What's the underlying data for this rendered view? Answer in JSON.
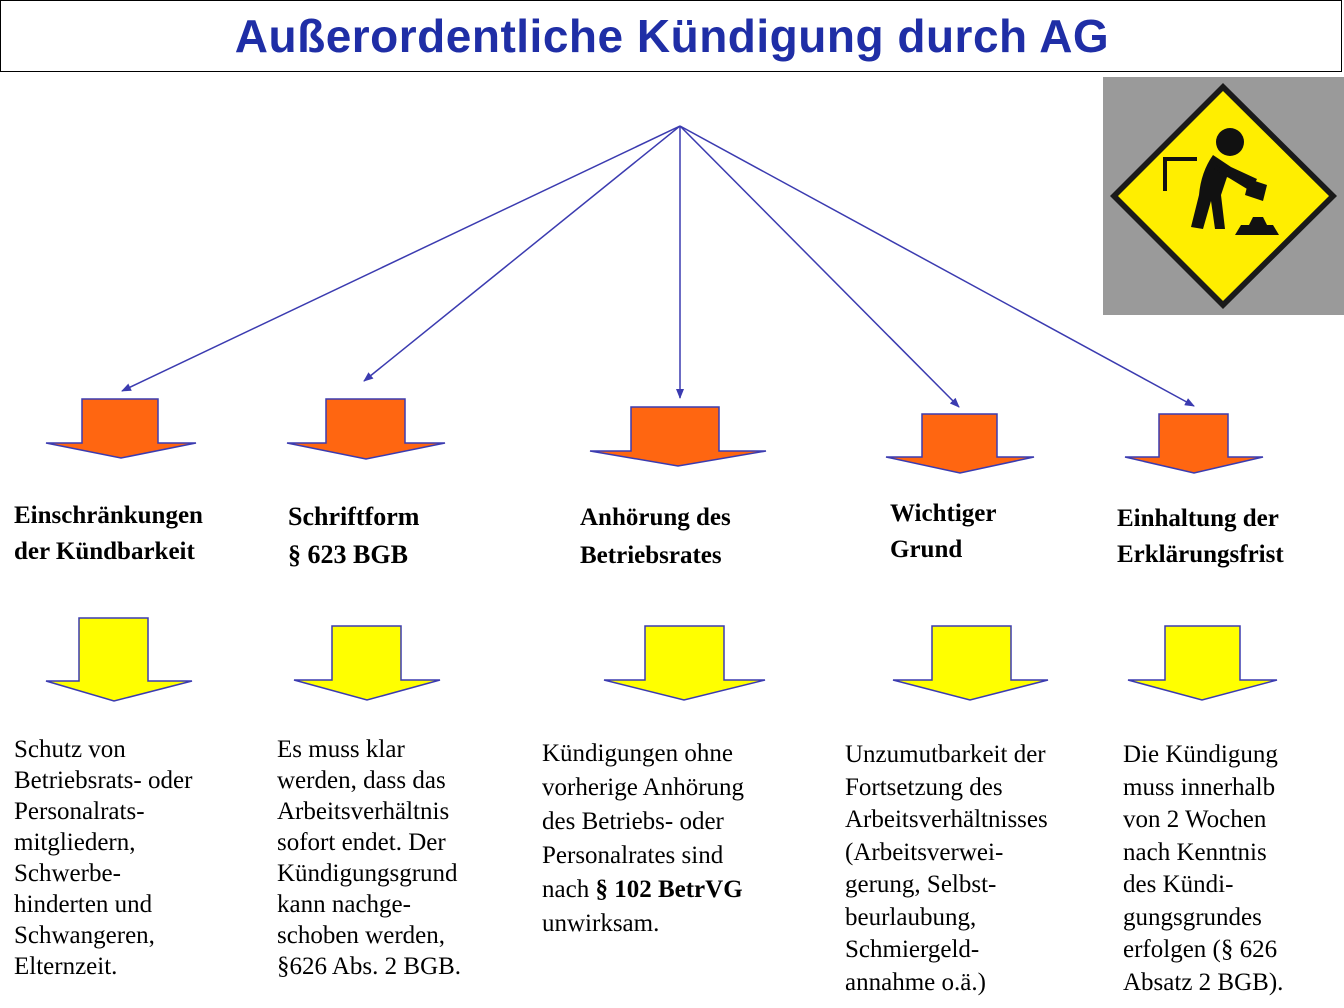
{
  "title": "Außerordentliche Kündigung durch AG",
  "colors": {
    "title": "#1f2ea6",
    "arrow_line": "#3b3bb0",
    "top_arrow": "#ff6611",
    "bottom_arrow": "#ffff00",
    "sign_bg": "#9a9a9a",
    "sign_yellow": "#ffee00"
  },
  "illustration": {
    "icon": "construction-worker-sign-icon"
  },
  "columns": [
    {
      "heading": "Einschränkungen\nder Kündbarkeit",
      "text": "Schutz von\nBetriebsrats- oder\nPersonalrats-\nmitgliedern,\nSchwerbe-\nhinderten und\nSchwangeren,\nElternzeit."
    },
    {
      "heading": "Schriftform\n§ 623 BGB",
      "text": "Es muss klar\nwerden, dass das\nArbeitsverhältnis\nsofort endet. Der\nKündigungsgrund\nkann nachge-\nschoben werden,\n§626 Abs. 2 BGB."
    },
    {
      "heading": "Anhörung des\nBetriebsrates",
      "text_before_bold": "Kündigungen ohne\nvorherige Anhörung\ndes Betriebs- oder\nPersonalrates sind\nnach ",
      "text_bold": "§ 102 BetrVG",
      "text_after_bold": "\nunwirksam."
    },
    {
      "heading": "Wichtiger\nGrund",
      "text": "Unzumutbarkeit der\nFortsetzung des\nArbeitsverhältnisses\n(Arbeitsverwei-\ngerung, Selbst-\nbeurlaubung,\nSchmiergeld-\nannahme o.ä.)"
    },
    {
      "heading": "Einhaltung der\nErklärungsfrist",
      "text": "Die Kündigung\nmuss innerhalb\nvon 2 Wochen\nnach Kenntnis\ndes Kündi-\ngungsgrundes\nerfolgen (§ 626\nAbsatz 2 BGB)."
    }
  ]
}
